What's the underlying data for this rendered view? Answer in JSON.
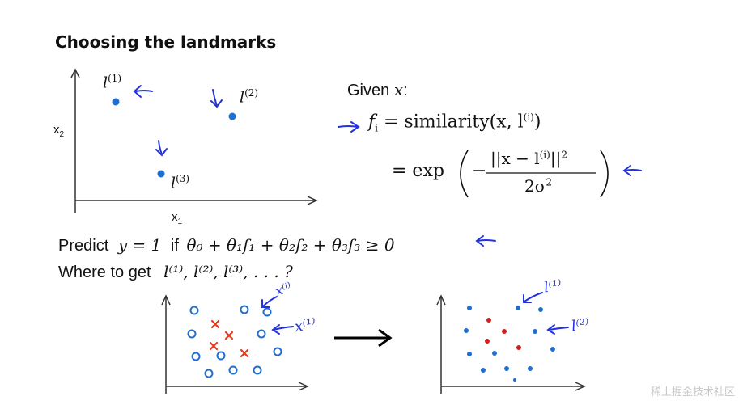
{
  "title": "Choosing the landmarks",
  "plot1": {
    "x_label": "x",
    "x_sub": "1",
    "y_label": "x",
    "y_sub": "2",
    "landmarks": [
      {
        "label": "l",
        "sup": "(1)"
      },
      {
        "label": "l",
        "sup": "(2)"
      },
      {
        "label": "l",
        "sup": "(3)"
      }
    ]
  },
  "given": {
    "given_text": "Given",
    "x_var": "x",
    "colon": ":",
    "fi": "f",
    "fi_sub": "i",
    "eq1": "= similarity(x, l",
    "eq1_sup": "(i)",
    "eq1_close": ")",
    "eq2_prefix": "= exp",
    "numerator": "||x − l",
    "numerator_sup": "(i)",
    "numerator_tail": "||",
    "numerator_pow": "2",
    "denominator": "2σ",
    "denominator_pow": "2",
    "minus": "−"
  },
  "predict": {
    "label": "Predict",
    "y_expr": "y = 1",
    "if_word": "if",
    "condition": "θ₀ + θ₁f₁ + θ₂f₂ + θ₃f₃ ≥ 0"
  },
  "where": {
    "label": "Where to get",
    "expr": "l⁽¹⁾, l⁽²⁾, l⁽³⁾, . . . ?"
  },
  "annotations": {
    "x1_note": "x⁽¹⁾",
    "xi_note": "x⁽ⁱ⁾",
    "l1_note": "l⁽¹⁾",
    "l2_note": "l⁽²⁾"
  },
  "colors": {
    "point_blue": "#1f6fd0",
    "ink_blue": "#2233dd",
    "cross_red": "#e23b1d",
    "dot_red": "#d21f1f",
    "axis": "#333333"
  },
  "watermark": "稀土掘金技术社区"
}
